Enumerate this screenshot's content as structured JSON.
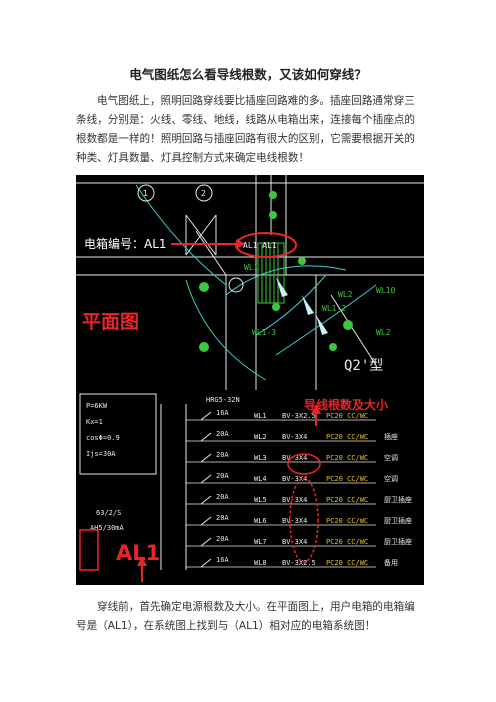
{
  "article": {
    "title": "电气图纸怎么看导线根数，又该如何穿线？",
    "intro": "电气图纸上，照明回路穿线要比插座回路难的多。插座回路通常穿三条线，分别是：火线、零线、地线，线路从电箱出来，连接每个插座点的根数都是一样的！照明回路与插座回路有很大的区别，它需要根据开关的种类、灯具数量、灯具控制方式来确定电线根数！",
    "conclusion": "穿线前，首先确定电源根数及大小。在平面图上，用户电箱的电箱编号是（AL1），在系统图上找到与（AL1）相对应的电箱系统图！"
  },
  "figure": {
    "box_label": "电箱编号：AL1",
    "plan_label": "平面图",
    "size_label": "导线根数及大小",
    "al1_label": "AL1",
    "plan_cad": {
      "circled_text": "AL1  AL1",
      "circuits": [
        "WL1",
        "WL2",
        "WL1-2",
        "WL1-3",
        "WL10",
        "WL2"
      ],
      "grid_marks": [
        "1",
        "2"
      ],
      "type_mark": "Q2'型"
    },
    "system_cad": {
      "header": [
        "P=6KW",
        "Kx=1",
        "cosΦ=0.9",
        "Ijs=30A"
      ],
      "main_switch": "63/2/S",
      "main_note": "AH5/30mA",
      "bus": "HRG5-32N",
      "rows": [
        {
          "breaker": "16A",
          "circuit": "WL1",
          "cable": "BV-3X2.5",
          "pipe": "PC20 CC/WC",
          "use": ""
        },
        {
          "breaker": "20A",
          "circuit": "WL2",
          "cable": "BV-3X4",
          "pipe": "PC20 CC/WC",
          "use": "插座"
        },
        {
          "breaker": "20A",
          "circuit": "WL3",
          "cable": "BV-3X4",
          "pipe": "PC20 CC/WC",
          "use": "空调"
        },
        {
          "breaker": "20A",
          "circuit": "WL4",
          "cable": "BV-3X4",
          "pipe": "PC20 CC/WC",
          "use": "空调"
        },
        {
          "breaker": "20A",
          "circuit": "WL5",
          "cable": "BV-3X4",
          "pipe": "PC20 CC/WC",
          "use": "厨卫插座"
        },
        {
          "breaker": "20A",
          "circuit": "WL6",
          "cable": "BV-3X4",
          "pipe": "PC20 CC/WC",
          "use": "厨卫插座"
        },
        {
          "breaker": "20A",
          "circuit": "WL7",
          "cable": "BV-3X4",
          "pipe": "PC20 CC/WC",
          "use": "厨卫插座"
        },
        {
          "breaker": "16A",
          "circuit": "WL8",
          "cable": "BV-3X2.5",
          "pipe": "PC20 CC/WC",
          "use": "备用"
        }
      ]
    }
  },
  "colors": {
    "annotation_red": "#e8262a",
    "cad_green": "#3cc83c",
    "cad_cyan": "#38d0d0",
    "cad_white": "#e8e8e8",
    "cad_yellow": "#e0c020"
  }
}
